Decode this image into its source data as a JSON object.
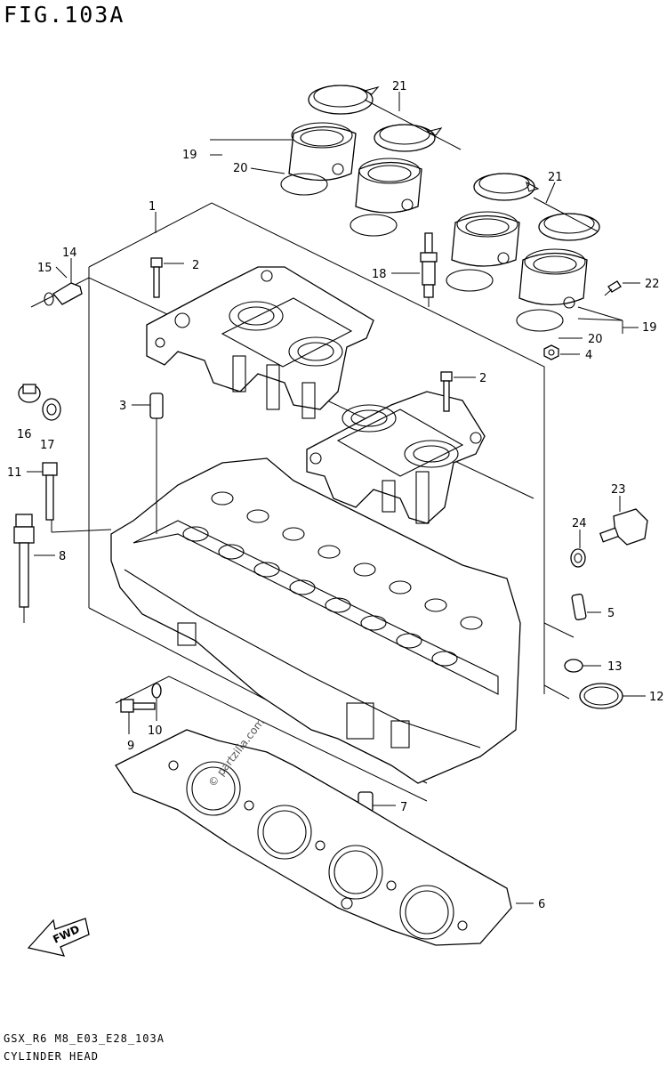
{
  "figure": {
    "title": "FIG.103A",
    "footer_code": "GSX_R6 M8_E03_E28_103A",
    "footer_name": "CYLINDER HEAD",
    "watermark": "© partzilla.com",
    "fwd_label": "FWD"
  },
  "callouts": [
    {
      "id": "c1",
      "label": "1"
    },
    {
      "id": "c2a",
      "label": "2"
    },
    {
      "id": "c2b",
      "label": "2"
    },
    {
      "id": "c3",
      "label": "3"
    },
    {
      "id": "c4",
      "label": "4"
    },
    {
      "id": "c5",
      "label": "5"
    },
    {
      "id": "c6",
      "label": "6"
    },
    {
      "id": "c7",
      "label": "7"
    },
    {
      "id": "c8",
      "label": "8"
    },
    {
      "id": "c9",
      "label": "9"
    },
    {
      "id": "c10",
      "label": "10"
    },
    {
      "id": "c11",
      "label": "11"
    },
    {
      "id": "c12",
      "label": "12"
    },
    {
      "id": "c13",
      "label": "13"
    },
    {
      "id": "c14",
      "label": "14"
    },
    {
      "id": "c15",
      "label": "15"
    },
    {
      "id": "c16",
      "label": "16"
    },
    {
      "id": "c17",
      "label": "17"
    },
    {
      "id": "c18",
      "label": "18"
    },
    {
      "id": "c19a",
      "label": "19"
    },
    {
      "id": "c19b",
      "label": "19"
    },
    {
      "id": "c20a",
      "label": "20"
    },
    {
      "id": "c20b",
      "label": "20"
    },
    {
      "id": "c21a",
      "label": "21"
    },
    {
      "id": "c21b",
      "label": "21"
    },
    {
      "id": "c22",
      "label": "22"
    },
    {
      "id": "c23",
      "label": "23"
    },
    {
      "id": "c24",
      "label": "24"
    }
  ]
}
